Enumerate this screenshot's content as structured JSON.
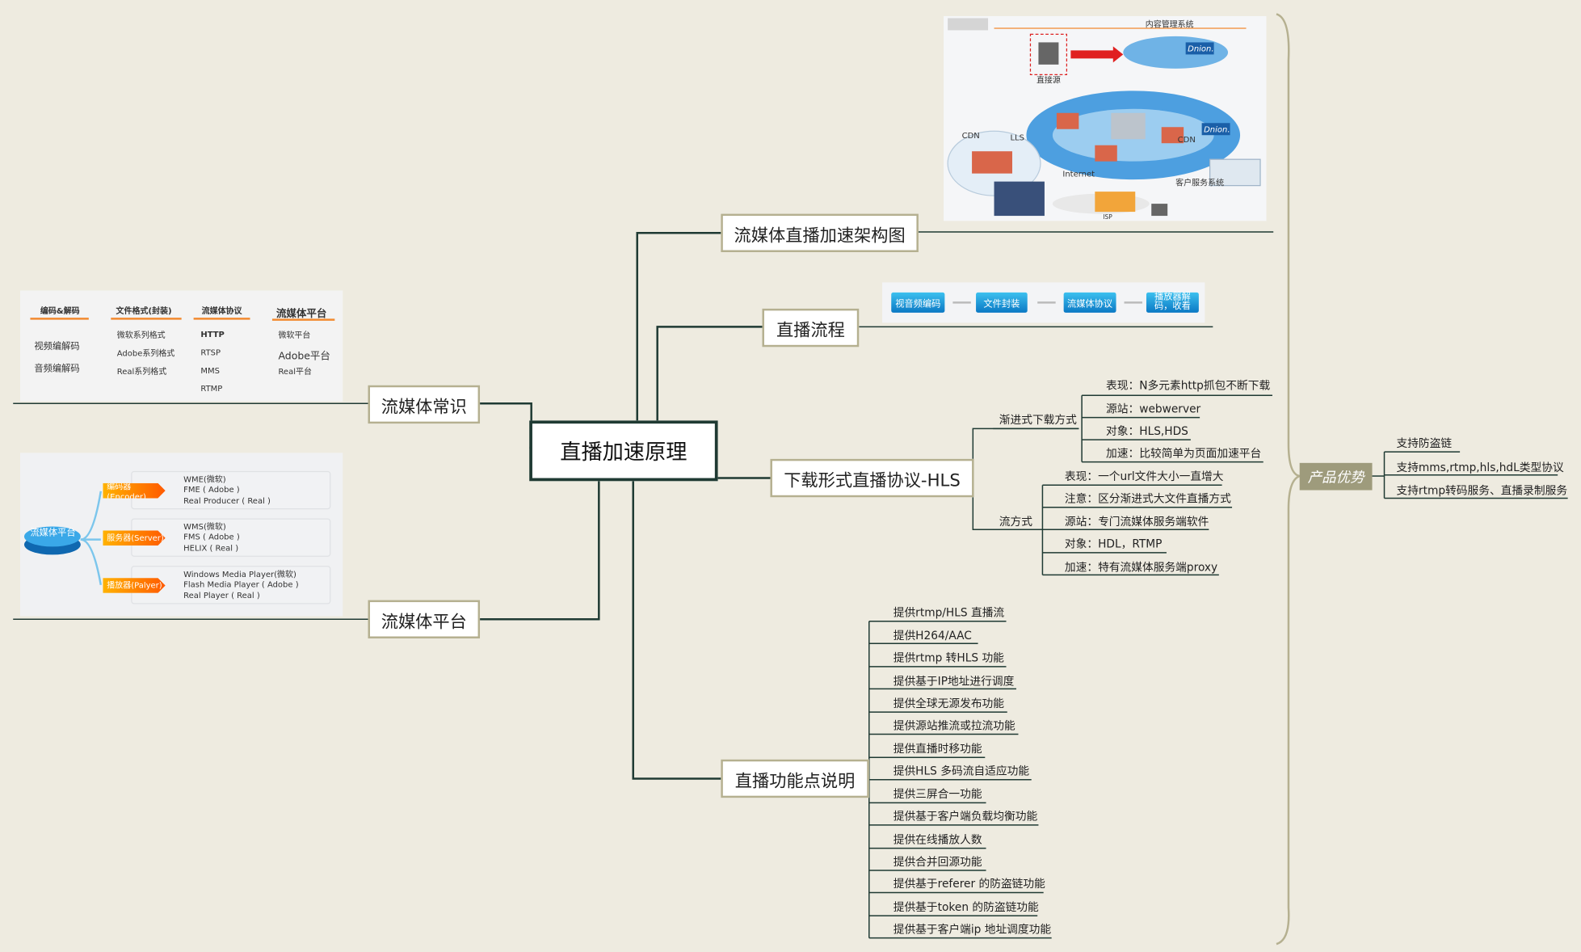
{
  "root": "直播加速原理",
  "right_branches": {
    "arch": "流媒体直播加速架构图",
    "flow": "直播流程",
    "hls": "下载形式直播协议-HLS",
    "func": "直播功能点说明"
  },
  "left_branches": {
    "common": "流媒体常识",
    "platform": "流媒体平台"
  },
  "hls": {
    "progressive": {
      "label": "渐进式下载方式",
      "items": [
        "表现：N多元素http抓包不断下载",
        "源站：webwerver",
        "对象：HLS,HDS",
        "加速：比较简单为页面加速平台"
      ]
    },
    "stream": {
      "label": "流方式",
      "items": [
        "表现：一个url文件大小一直增大",
        "注意：区分渐进式大文件直播方式",
        "源站：专门流媒体服务端软件",
        "对象：HDL，RTMP",
        "加速：特有流媒体服务端proxy"
      ]
    }
  },
  "functions": [
    "提供rtmp/HLS 直播流",
    "提供H264/AAC",
    "提供rtmp 转HLS 功能",
    "提供基于IP地址进行调度",
    "提供全球无源发布功能",
    "提供源站推流或拉流功能",
    "提供直播时移功能",
    "提供HLS 多码流自适应功能",
    "提供三屏合一功能",
    "提供基于客户端负载均衡功能",
    "提供在线播放人数",
    "提供合并回源功能",
    "提供基于referer 的防盗链功能",
    "提供基于token 的防盗链功能",
    "提供基于客户端ip 地址调度功能"
  ],
  "advantage": {
    "label": "产品优势",
    "items": [
      "支持防盗链",
      "支持mms,rtmp,hls,hdL类型协议",
      "支持rtmp转码服务、直播录制服务"
    ]
  },
  "flow_steps": [
    "视音频编码",
    "文件封装",
    "流媒体协议",
    "播放器解码，收看"
  ],
  "common_table": {
    "headers": [
      "编码&解码",
      "文件格式(封装)",
      "流媒体协议",
      "流媒体平台"
    ],
    "col1": [
      "视频编解码",
      "音频编解码"
    ],
    "col2": [
      "微软系列格式",
      "Adobe系列格式",
      "Real系列格式"
    ],
    "col3": [
      "HTTP",
      "RTSP",
      "MMS",
      "RTMP"
    ],
    "col4": [
      "微软平台",
      "Adobe平台",
      "Real平台"
    ]
  },
  "platform_img": {
    "center": "流媒体平台",
    "groups": [
      {
        "label": "编码器(Encoder)",
        "items": [
          "WME(微软)",
          "FME ( Adobe )",
          "Real Producer ( Real )"
        ]
      },
      {
        "label": "服务器(Server)",
        "items": [
          "WMS(微软)",
          "FMS ( Adobe )",
          "HELIX ( Real )"
        ]
      },
      {
        "label": "播放器(Palyer)",
        "items": [
          "Windows Media Player(微软)",
          "Flash Media Player ( Adobe )",
          "Real Player ( Real )"
        ]
      }
    ]
  },
  "arch_img": {
    "labels": [
      "内容管理系统",
      "直接源",
      "Dnion.",
      "Dnion.",
      "CDN",
      "CDN",
      "LLS",
      "Internet",
      "ISP",
      "客户服务系统"
    ]
  },
  "colors": {
    "background": "#eeebe0",
    "line": "#1f3a33",
    "node_border": "#b5b090",
    "advantage": "#9e9b7c",
    "flow_blue": "#0a78c4",
    "orange": "#ff7a00"
  }
}
